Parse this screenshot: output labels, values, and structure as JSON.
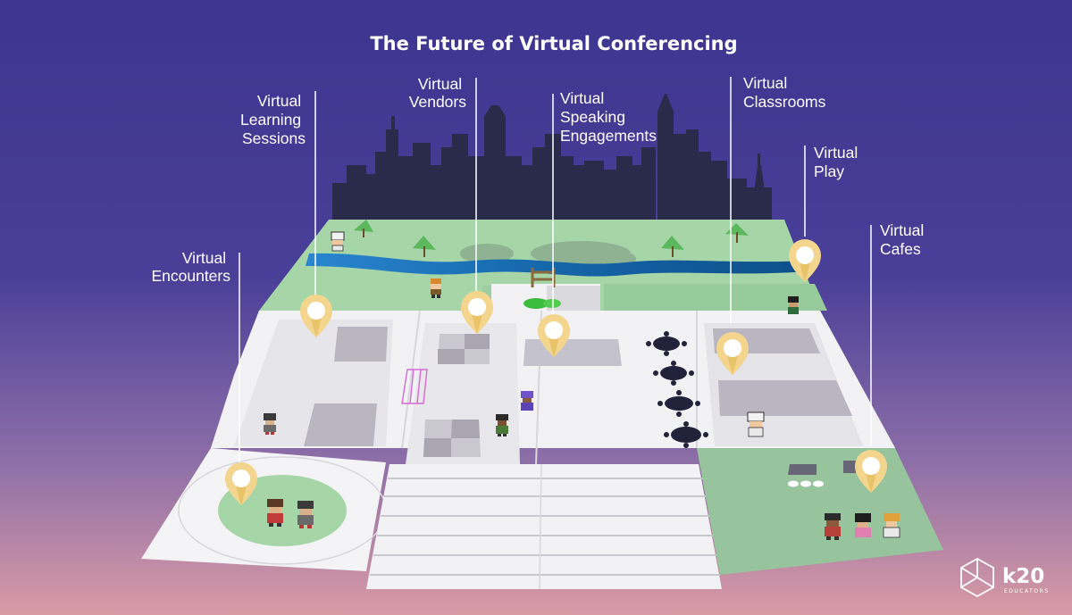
{
  "title": "The Future of Virtual Conferencing",
  "labels": {
    "learning": [
      "Virtual",
      "Learning",
      "Sessions"
    ],
    "vendors": [
      "Virtual",
      "Vendors"
    ],
    "speaking": [
      "Virtual",
      "Speaking",
      "Engagements"
    ],
    "classrooms": [
      "Virtual",
      "Classrooms"
    ],
    "play": [
      "Virtual",
      "Play"
    ],
    "cafes": [
      "Virtual",
      "Cafes"
    ],
    "encounters": [
      "Virtual",
      "Encounters"
    ]
  },
  "logo": {
    "name": "k20",
    "sub": "EDUCATORS"
  },
  "colors": {
    "sky_top": "#3d3590",
    "sky_mid": "#4a3f98",
    "sky_bottom": "#d99aa4",
    "skyline": "#2a2a4a",
    "grass": "#a6d5a8",
    "grass_dark": "#8cc391",
    "river": "#1f6fb6",
    "floor": "#f2f2f4",
    "floor_shade": "#e3e3e8",
    "block": "#b9b6c2",
    "pin": "#f3d58e",
    "table": "#22223a"
  }
}
